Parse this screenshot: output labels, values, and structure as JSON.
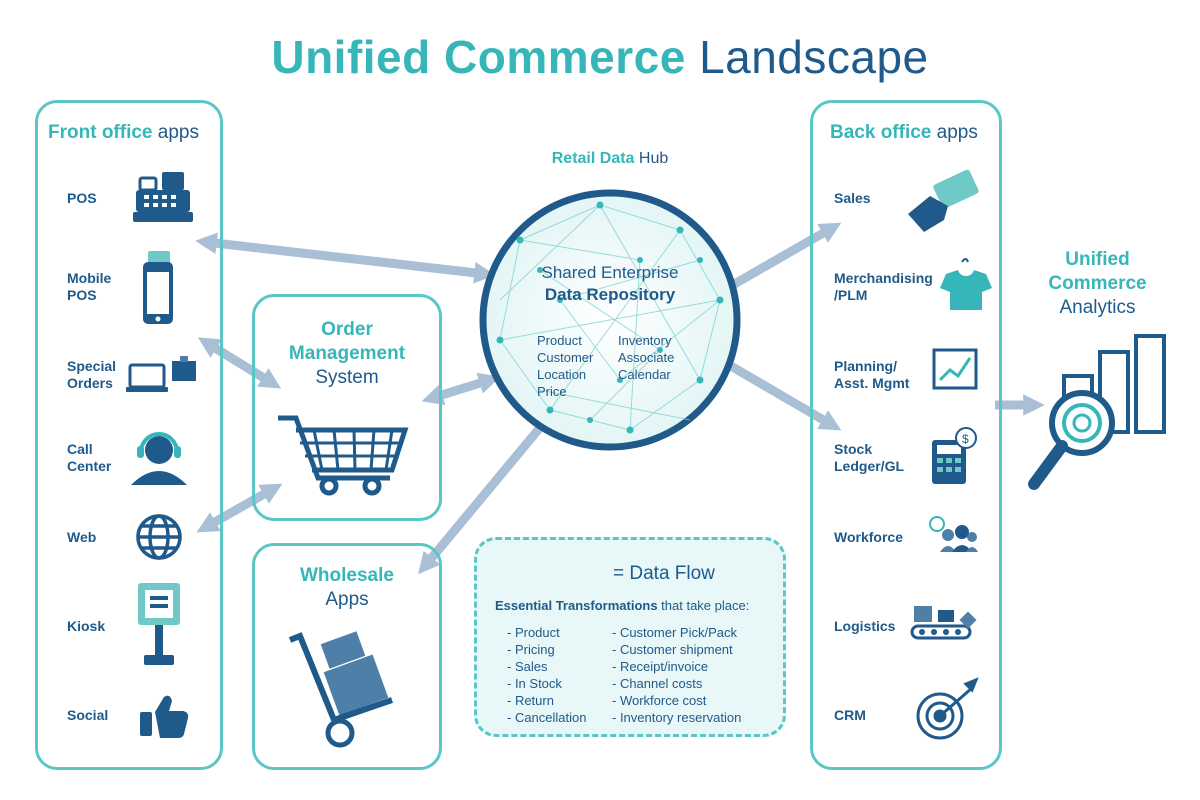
{
  "title": {
    "part1": "Unified Commerce",
    "part2": "Landscape"
  },
  "front_office": {
    "title_bold": "Front office",
    "title_rest": " apps",
    "items": [
      "POS",
      "Mobile\nPOS",
      "Special\nOrders",
      "Call\nCenter",
      "Web",
      "Kiosk",
      "Social"
    ],
    "icons": [
      "cash-register-icon",
      "mobile-phone-icon",
      "laptop-box-icon",
      "headset-agent-icon",
      "globe-icon",
      "kiosk-icon",
      "thumbs-up-icon"
    ]
  },
  "back_office": {
    "title_bold": "Back office",
    "title_rest": " apps",
    "items": [
      "Sales",
      "Merchandising\n/PLM",
      "Planning/\nAsst. Mgmt",
      "Stock\nLedger/GL",
      "Workforce",
      "Logistics",
      "CRM"
    ],
    "icons": [
      "credit-card-hand-icon",
      "tshirt-hanger-icon",
      "growth-chart-icon",
      "calculator-icon",
      "workforce-team-icon",
      "conveyor-icon",
      "target-icon"
    ]
  },
  "order_mgmt": {
    "line1": "Order",
    "line2": "Management",
    "line3": "System"
  },
  "wholesale": {
    "line1": "Wholesale",
    "line2": "Apps"
  },
  "hub": {
    "title_bold": "Retail Data",
    "title_rest": " Hub",
    "line1": "Shared Enterprise",
    "line2": "Data Repository",
    "col1": [
      "Product",
      "Customer",
      "Location",
      "Price"
    ],
    "col2": [
      "Inventory",
      "Associate",
      "Calendar"
    ]
  },
  "analytics": {
    "line1": "Unified",
    "line2": "Commerce",
    "line3": "Analytics"
  },
  "legend": {
    "flow_label": "= Data Flow",
    "heading_bold": "Essential Transformations",
    "heading_rest": " that take place:",
    "col1": [
      "- Product",
      "- Pricing",
      "- Sales",
      "- In Stock",
      "- Return",
      "- Cancellation"
    ],
    "col2": [
      "- Customer Pick/Pack",
      "- Customer shipment",
      "- Receipt/invoice",
      "- Channel costs",
      "- Workforce cost",
      "- Inventory reservation"
    ]
  },
  "colors": {
    "teal": "#36b6b8",
    "navy": "#1f5a8a",
    "arrow": "#a9bfd6",
    "panel_border": "#5bc6c6"
  }
}
